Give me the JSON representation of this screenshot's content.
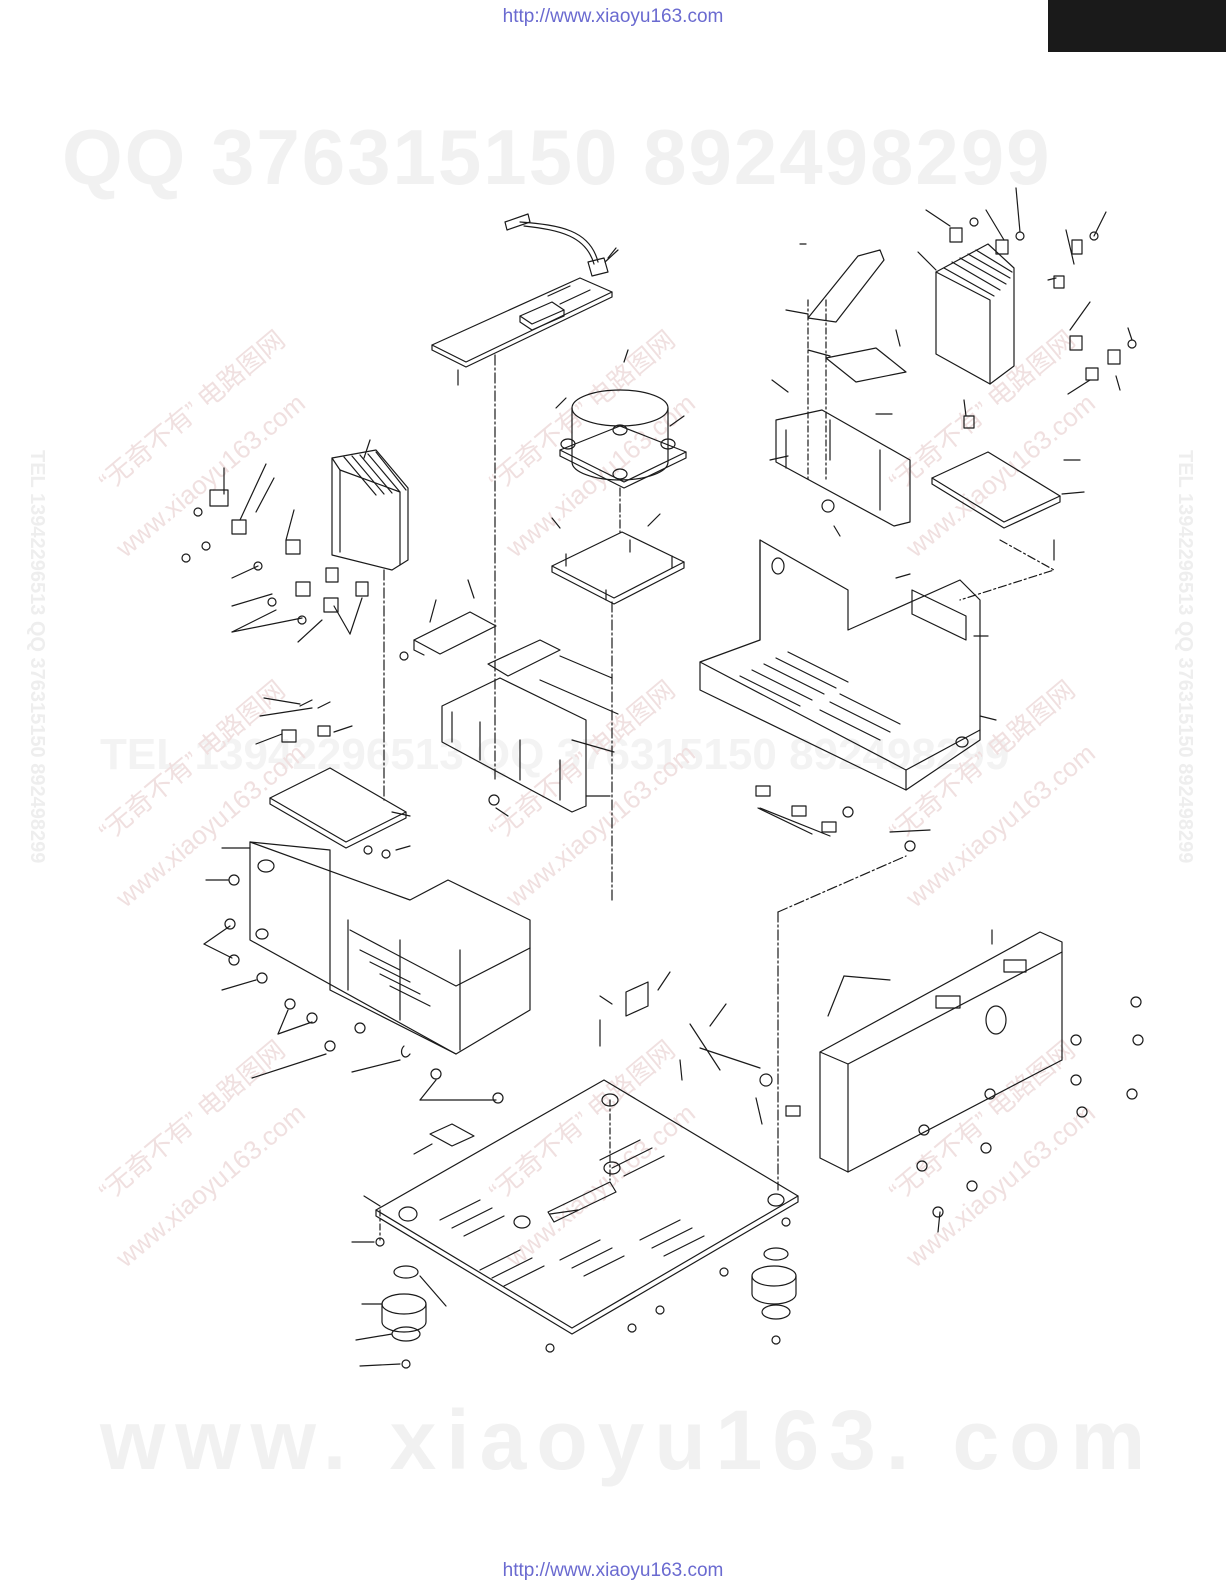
{
  "header": {
    "url": "http://www.xiaoyu163.com"
  },
  "footer": {
    "url": "http://www.xiaoyu163.com"
  },
  "watermarks": {
    "qq": "QQ 376315150     892498299",
    "bottom_url": "www. xiaoyu163. com",
    "tel": "TEL 13942296513  QQ 376315150  892498299",
    "diag_lines": [
      "“无奇不有” 电路图网",
      "www.xiaoyu163.com"
    ],
    "side": "TEL 13942296513  QQ 376315150  892498299"
  },
  "colors": {
    "line": "#1a1a1a",
    "link": "#6a6ad0",
    "corner_box": "#1a1a1a",
    "watermark": "#f1f1f1"
  }
}
